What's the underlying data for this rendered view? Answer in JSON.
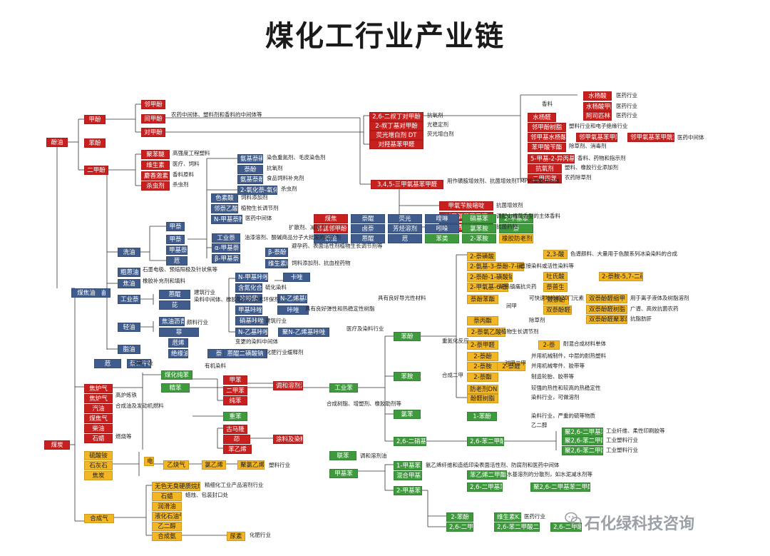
{
  "title": "煤化工行业产业链",
  "watermark": "石化绿科技咨询",
  "colors": {
    "red": "#c8201e",
    "blue": "#3f5c8c",
    "green": "#3f9a3e",
    "yellow": "#f2b523"
  },
  "nodes": [
    {
      "id": "meijiao",
      "t": "煤焦",
      "c": "red"
    },
    {
      "id": "fenyou",
      "t": "酚油",
      "c": "red"
    },
    {
      "id": "jiafen",
      "t": "甲酚",
      "c": "red"
    },
    {
      "id": "benfen",
      "t": "苯酚",
      "c": "red"
    },
    {
      "id": "erjiafen",
      "t": "二甲酚",
      "c": "red"
    },
    {
      "id": "linjiafen",
      "t": "邻甲酚",
      "c": "red"
    },
    {
      "id": "jianjiafen",
      "t": "间甲酚",
      "c": "red"
    },
    {
      "id": "duijiafen",
      "t": "对甲酚",
      "c": "red"
    },
    {
      "id": "juyuantang",
      "t": "聚苯醚",
      "c": "red"
    },
    {
      "id": "weishengsu",
      "t": "维生素",
      "c": "red"
    },
    {
      "id": "jixiang",
      "t": "麝香激素",
      "c": "red"
    },
    {
      "id": "shachongji",
      "t": "杀虫剂",
      "c": "red"
    },
    {
      "id": "dtb",
      "t": "2,6-二叔丁对甲酚",
      "c": "red"
    },
    {
      "id": "dmb",
      "t": "2-叔丁基对甲酚",
      "c": "red"
    },
    {
      "id": "dt",
      "t": "荧光增白剂 DT",
      "c": "red"
    },
    {
      "id": "dujiayangjia",
      "t": "对羟基苯甲醛",
      "c": "red"
    },
    {
      "id": "tmb",
      "t": "3,4,5-三甲氧基苯甲醛",
      "c": "red"
    },
    {
      "id": "jiayangquanh",
      "t": "甲氧苄胺嘧啶",
      "c": "red"
    },
    {
      "id": "duijiayang",
      "t": "对甲氧基苯甲醛",
      "c": "red"
    },
    {
      "id": "xianglan",
      "t": "香兰素",
      "c": "red"
    },
    {
      "id": "shuiyangquan",
      "t": "水杨醛",
      "c": "red"
    },
    {
      "id": "shuiyangsuan",
      "t": "水杨酸",
      "c": "red"
    },
    {
      "id": "shuiyangjiazhi",
      "t": "水杨酸甲酯",
      "c": "red"
    },
    {
      "id": "aspirin",
      "t": "阿司匹林",
      "c": "red"
    },
    {
      "id": "benzhi",
      "t": "苯甲酸苄酯",
      "c": "red"
    },
    {
      "id": "linjiafenshuzhi",
      "t": "邻甲酚树脂",
      "c": "red"
    },
    {
      "id": "linjiajiaoshui",
      "t": "邻甲基水杨酸",
      "c": "red"
    },
    {
      "id": "lmcl",
      "t": "邻甲氧基苯甲酸",
      "c": "red"
    },
    {
      "id": "lmclcl",
      "t": "邻甲氧基苯甲酰氯",
      "c": "red"
    },
    {
      "id": "lmzy",
      "t": "邻氯邻甲酚",
      "c": "red"
    },
    {
      "id": "isopropyl",
      "t": "5-甲基-2-异丙基苯酚",
      "c": "red"
    },
    {
      "id": "kangyang",
      "t": "抗氧剂",
      "c": "red"
    },
    {
      "id": "erjiaxi",
      "t": "二甲四氯",
      "c": "red"
    },
    {
      "id": "naiyou",
      "t": "萘油",
      "c": "blue"
    },
    {
      "id": "ansuan",
      "t": "氨基萘磺酸",
      "c": "blue"
    },
    {
      "id": "naifen",
      "t": "萘酚",
      "c": "blue"
    },
    {
      "id": "anjiyang",
      "t": "氨基萘酚",
      "c": "blue"
    },
    {
      "id": "yanghua",
      "t": "萘醌",
      "c": "blue"
    },
    {
      "id": "lufen",
      "t": "卤萘",
      "c": "blue"
    },
    {
      "id": "lusuan",
      "t": "2-氧化萘-氧化物",
      "c": "blue"
    },
    {
      "id": "sehuiran",
      "t": "色素酸",
      "c": "blue"
    },
    {
      "id": "linnaijia",
      "t": "邻萘乙酸",
      "c": "blue"
    },
    {
      "id": "njb",
      "t": "N-甲基萘胺",
      "c": "blue"
    },
    {
      "id": "xiyou",
      "t": "洗油",
      "c": "blue"
    },
    {
      "id": "naibei",
      "t": "甲萘",
      "c": "blue"
    },
    {
      "id": "jiaxiebi",
      "t": "甲萘",
      "c": "blue"
    },
    {
      "id": "jiajiaben",
      "t": "甲基萘",
      "c": "blue"
    },
    {
      "id": "yanmai",
      "t": "苊",
      "c": "blue"
    },
    {
      "id": "gongye",
      "t": "工业萘",
      "c": "blue"
    },
    {
      "id": "ajn",
      "t": "α-甲基萘",
      "c": "blue"
    },
    {
      "id": "bjn",
      "t": "β-甲基萘",
      "c": "blue"
    },
    {
      "id": "bjnc",
      "t": "β-萘酚",
      "c": "blue"
    },
    {
      "id": "wss",
      "t": "维生素K3",
      "c": "blue"
    },
    {
      "id": "chuzao",
      "t": "蒽醌",
      "c": "blue"
    },
    {
      "id": "yingguang",
      "t": "荧光",
      "c": "blue"
    },
    {
      "id": "yizhiyou",
      "t": "蒽油",
      "c": "blue"
    },
    {
      "id": "huanyou",
      "t": "轻油",
      "c": "blue"
    },
    {
      "id": "kuasiyou",
      "t": "粗蒽油",
      "c": "blue"
    },
    {
      "id": "jiaoyou",
      "t": "焦油",
      "c": "blue"
    },
    {
      "id": "zhiyou",
      "t": "脂油",
      "c": "blue"
    },
    {
      "id": "gongyecha",
      "t": "工业萘",
      "c": "blue"
    },
    {
      "id": "fangxiangjing",
      "t": "芳烃溶剂",
      "c": "blue"
    },
    {
      "id": "shuijing",
      "t": "蒽醌",
      "c": "blue"
    },
    {
      "id": "yisu",
      "t": "芘",
      "c": "blue"
    },
    {
      "id": "bingluyou",
      "t": "苊",
      "c": "blue"
    },
    {
      "id": "kuiquo",
      "t": "喹啉",
      "c": "blue"
    },
    {
      "id": "qifen",
      "t": "吲哚",
      "c": "blue"
    },
    {
      "id": "anxiang",
      "t": "苊烯",
      "c": "blue"
    },
    {
      "id": "jiayouqing",
      "t": "焦油沥青",
      "c": "blue"
    },
    {
      "id": "hzb",
      "t": "菲",
      "c": "blue"
    },
    {
      "id": "hanfuyao",
      "t": "含氮化合物",
      "c": "blue"
    },
    {
      "id": "njjb",
      "t": "N-甲基咔唑",
      "c": "blue"
    },
    {
      "id": "nyib",
      "t": "N-乙基咔唑",
      "c": "blue"
    },
    {
      "id": "nyjb",
      "t": "聚N-乙烯基咔唑",
      "c": "blue"
    },
    {
      "id": "kazuo",
      "t": "咔唑",
      "c": "blue"
    },
    {
      "id": "kz",
      "t": "卡唑",
      "c": "blue"
    },
    {
      "id": "jjb",
      "t": "咔唑紫",
      "c": "blue"
    },
    {
      "id": "jxb",
      "t": "甲基咔唑",
      "c": "blue"
    },
    {
      "id": "yjz",
      "t": "硝基咔唑",
      "c": "blue"
    },
    {
      "id": "ncz",
      "t": "N-乙烯基咔唑",
      "c": "blue"
    },
    {
      "id": "naiyou2",
      "t": "萘",
      "c": "blue"
    },
    {
      "id": "naiyouer",
      "t": "萘二甲酸",
      "c": "blue"
    },
    {
      "id": "qitixian",
      "t": "蒽醌二磺酸钠",
      "c": "blue"
    },
    {
      "id": "lubai",
      "t": "苊",
      "c": "blue"
    },
    {
      "id": "jueyou",
      "t": "绝缘油",
      "c": "blue"
    },
    {
      "id": "meijiaoyou",
      "t": "煤焦油",
      "c": "blue"
    },
    {
      "id": "meiqi",
      "t": "焦炉气",
      "c": "red"
    },
    {
      "id": "benlei",
      "t": "苯类",
      "c": "green"
    },
    {
      "id": "jiaben",
      "t": "甲苯",
      "c": "red"
    },
    {
      "id": "erjiaben",
      "t": "二甲苯",
      "c": "red"
    },
    {
      "id": "chunben",
      "t": "纯苯",
      "c": "red"
    },
    {
      "id": "zhongben",
      "t": "重苯",
      "c": "green"
    },
    {
      "id": "chihe",
      "t": "古马隆",
      "c": "red"
    },
    {
      "id": "qingsan",
      "t": "茚",
      "c": "red"
    },
    {
      "id": "benzhishan",
      "t": "苯乙烯",
      "c": "red"
    },
    {
      "id": "diaokeji",
      "t": "调和溶剂油",
      "c": "red"
    },
    {
      "id": "tuliao",
      "t": "涂料及染料",
      "c": "red"
    },
    {
      "id": "mei",
      "t": "煤炭",
      "c": "red"
    },
    {
      "id": "gongyeben",
      "t": "工业苯",
      "c": "green"
    },
    {
      "id": "lvben",
      "t": "氯苯",
      "c": "green"
    },
    {
      "id": "jiaji",
      "t": "甲基苯",
      "c": "green"
    },
    {
      "id": "zhiben",
      "t": "硝基苯",
      "c": "green"
    },
    {
      "id": "anben",
      "t": "苯胺",
      "c": "green"
    },
    {
      "id": "lvan",
      "t": "氯苯胺",
      "c": "green"
    },
    {
      "id": "benfenjia",
      "t": "苯酚",
      "c": "green"
    },
    {
      "id": "erxiaoji",
      "t": "2,6-二硝基苯",
      "c": "green"
    },
    {
      "id": "erxiaojierer",
      "t": "2,6-苯二甲酸",
      "c": "green"
    },
    {
      "id": "jiajiben2",
      "t": "1-苯胺",
      "c": "green"
    },
    {
      "id": "jiajiben3",
      "t": "1-苯酚",
      "c": "green"
    },
    {
      "id": "zyjb",
      "t": "2-苯胺",
      "c": "green"
    },
    {
      "id": "zljb",
      "t": "2-甲基苯",
      "c": "green"
    },
    {
      "id": "hhb",
      "t": "聚2,6-二甲基苯",
      "c": "green"
    },
    {
      "id": "hhb2",
      "t": "聚2,6-苯二甲酸乙二醇酯",
      "c": "green"
    },
    {
      "id": "hhb3",
      "t": "聚2,6-苯二甲酸丙二醇酯",
      "c": "green"
    },
    {
      "id": "jiabenan",
      "t": "1-甲基苯",
      "c": "green"
    },
    {
      "id": "jiabenan2",
      "t": "混合甲基苯",
      "c": "green"
    },
    {
      "id": "jiabenan3",
      "t": "2-甲基苯",
      "c": "green"
    },
    {
      "id": "tiaohe",
      "t": "苯乙烯二甲酯",
      "c": "green"
    },
    {
      "id": "zhengqi",
      "t": "2,6-二甲基苯",
      "c": "green"
    },
    {
      "id": "jtb",
      "t": "聚2,6-二甲基苯二甲酸乙二醇酯",
      "c": "green"
    },
    {
      "id": "jjbb",
      "t": "2-苯酚",
      "c": "green"
    },
    {
      "id": "wss2",
      "t": "维生素K3",
      "c": "green"
    },
    {
      "id": "ejb",
      "t": "2,6-二甲基苯",
      "c": "green"
    },
    {
      "id": "ejb2",
      "t": "2,6-苯二甲酸二甲酯",
      "c": "green"
    },
    {
      "id": "ejb3",
      "t": "2,6-二甲酸",
      "c": "green"
    },
    {
      "id": "nai",
      "t": "萘",
      "c": "green"
    },
    {
      "id": "lianhuaben",
      "t": "联苯",
      "c": "green"
    },
    {
      "id": "tieyou",
      "t": "煤化纯苯",
      "c": "green"
    },
    {
      "id": "jinghua",
      "t": "精苯",
      "c": "green"
    },
    {
      "id": "yanshuan",
      "t": "硫酸铵",
      "c": "yellow"
    },
    {
      "id": "yanhua",
      "t": "焦炭",
      "c": "yellow"
    },
    {
      "id": "shiyou",
      "t": "石灰石",
      "c": "yellow"
    },
    {
      "id": "rihuan",
      "t": "电石",
      "c": "yellow"
    },
    {
      "id": "yique",
      "t": "乙炔气",
      "c": "yellow"
    },
    {
      "id": "lvyixi",
      "t": "氯乙烯",
      "c": "yellow"
    },
    {
      "id": "juluyixi",
      "t": "聚氯乙烯",
      "c": "yellow"
    },
    {
      "id": "meijiaqi",
      "t": "煤焦气",
      "c": "red"
    },
    {
      "id": "yanqi",
      "t": "焦炉气",
      "c": "red"
    },
    {
      "id": "qiyou",
      "t": "汽油",
      "c": "red"
    },
    {
      "id": "chaiyou",
      "t": "柴油",
      "c": "red"
    },
    {
      "id": "shilayou",
      "t": "石蜡",
      "c": "red"
    },
    {
      "id": "hechengqi",
      "t": "合成气",
      "c": "yellow"
    },
    {
      "id": "wushui",
      "t": "无色无臭硬质烷烃",
      "c": "yellow"
    },
    {
      "id": "shila",
      "t": "石蜡",
      "c": "yellow"
    },
    {
      "id": "runhuayou",
      "t": "润滑油",
      "c": "yellow"
    },
    {
      "id": "yehua",
      "t": "液化石油气",
      "c": "yellow"
    },
    {
      "id": "yiershun",
      "t": "乙二醇",
      "c": "yellow"
    },
    {
      "id": "hechengan",
      "t": "合成氨",
      "c": "yellow"
    },
    {
      "id": "niaosu",
      "t": "尿素",
      "c": "yellow"
    },
    {
      "id": "nsl",
      "t": "2-萘磺酸",
      "c": "yellow"
    },
    {
      "id": "nsl2",
      "t": "2,3-酸",
      "c": "yellow"
    },
    {
      "id": "nsl3",
      "t": "2-氨基-3-萘酚-7-磺酸",
      "c": "yellow"
    },
    {
      "id": "nsl4",
      "t": "2-萘酚-1-磺酸钠",
      "c": "yellow"
    },
    {
      "id": "nsl5",
      "t": "吐氏酸",
      "c": "yellow"
    },
    {
      "id": "nsl6",
      "t": "2-萘胺-5,7-二磺酸",
      "c": "yellow"
    },
    {
      "id": "nsl7",
      "t": "2-甲氧基-6-萘乙酸",
      "c": "yellow"
    },
    {
      "id": "nsl8",
      "t": "萘普生",
      "c": "yellow"
    },
    {
      "id": "nsl9",
      "t": "萘酚苯酯",
      "c": "yellow"
    },
    {
      "id": "nsl10",
      "t": "双萘酚",
      "c": "yellow"
    },
    {
      "id": "nsl11",
      "t": "双萘酚醛缩甲",
      "c": "yellow"
    },
    {
      "id": "nsl12",
      "t": "双萘酚醛树脂",
      "c": "yellow"
    },
    {
      "id": "nsl13",
      "t": "双萘酚醛聚苯醚",
      "c": "yellow"
    },
    {
      "id": "nsl14",
      "t": "双萘酚醛聚苯丙烯",
      "c": "yellow"
    },
    {
      "id": "nsl15",
      "t": "萘丙酯",
      "c": "yellow"
    },
    {
      "id": "nsl16",
      "t": "2-萘氧乙酸",
      "c": "yellow"
    },
    {
      "id": "nsl17",
      "t": "2-萘甲醛",
      "c": "yellow"
    },
    {
      "id": "nsl18",
      "t": "2-萘",
      "c": "yellow"
    },
    {
      "id": "nsl19",
      "t": "2-萘酚",
      "c": "yellow"
    },
    {
      "id": "nsl20",
      "t": "2-萘胺",
      "c": "yellow"
    },
    {
      "id": "nsl21",
      "t": "2-萘醛",
      "c": "yellow"
    },
    {
      "id": "nsl22",
      "t": "2-萘酯",
      "c": "yellow"
    },
    {
      "id": "nsl23",
      "t": "防老剂DNP",
      "c": "yellow"
    },
    {
      "id": "nsl24",
      "t": "酚醛树脂",
      "c": "yellow"
    },
    {
      "id": "nsl25",
      "t": "橡胶防老剂",
      "c": "yellow"
    }
  ],
  "labels": [
    {
      "id": "l1",
      "t": "农药中间体、塑料剂和香料的中间体等"
    },
    {
      "id": "l2",
      "t": "高强度工程塑料"
    },
    {
      "id": "l3",
      "t": "医疗、饲料"
    },
    {
      "id": "l4",
      "t": "香料原料"
    },
    {
      "id": "l5",
      "t": "杀虫剂"
    },
    {
      "id": "l6",
      "t": "抗氧剂"
    },
    {
      "id": "l7",
      "t": "光稳定剂"
    },
    {
      "id": "l8",
      "t": "荧光增白剂"
    },
    {
      "id": "l9",
      "t": "用作磺胺增效剂、抗菌增效剂TMP的重要中间体"
    },
    {
      "id": "l10",
      "t": "抗菌增效剂"
    },
    {
      "id": "l11",
      "t": "调配山楂花香型的主体香料"
    },
    {
      "id": "l12",
      "t": "抗菌药物"
    },
    {
      "id": "l13",
      "t": "医药行业"
    },
    {
      "id": "l14",
      "t": "医药行业"
    },
    {
      "id": "l15",
      "t": "医药行业"
    },
    {
      "id": "l16",
      "t": "塑料行业和电子绝缘行业"
    },
    {
      "id": "l17",
      "t": "医药中间体"
    },
    {
      "id": "l18",
      "t": "除草剂、消毒剂"
    },
    {
      "id": "l19",
      "t": "香料、药物和指示剂"
    },
    {
      "id": "l20",
      "t": "塑料、橡胶行业添加剂"
    },
    {
      "id": "l21",
      "t": "农药除草剂"
    },
    {
      "id": "l22",
      "t": "染色重氮剂、毛皮染色剂"
    },
    {
      "id": "l23",
      "t": "抗氧剂"
    },
    {
      "id": "l24",
      "t": "食品饲料补充剂"
    },
    {
      "id": "l25",
      "t": "杀虫剂"
    },
    {
      "id": "l26",
      "t": "饲料添加剂"
    },
    {
      "id": "l27",
      "t": "植物生长调节剂"
    },
    {
      "id": "l28",
      "t": "医药中间体"
    },
    {
      "id": "l29",
      "t": "扩散剂、减水剂"
    },
    {
      "id": "l30",
      "t": "油漆溶剂、酸碱商品分子大批发的指示剂"
    },
    {
      "id": "l31",
      "t": "避孕药、表面活性剂植物生长调节剂等"
    },
    {
      "id": "l32",
      "t": "饲料添加剂、抗血栓药物"
    },
    {
      "id": "l33",
      "t": "石墨电极、预焙阳极及针状焦等"
    },
    {
      "id": "l34",
      "t": "橡胶补充剂和填料"
    },
    {
      "id": "l35",
      "t": "建筑行业"
    },
    {
      "id": "l36",
      "t": "染料中间体、橡胶助剂及技术环保剂"
    },
    {
      "id": "l37",
      "t": "颜料行业"
    },
    {
      "id": "l38",
      "t": "硫化染料"
    },
    {
      "id": "l39",
      "t": "具有良好导光性材料"
    },
    {
      "id": "l40",
      "t": "具有良好弹性和热稳定性树脂"
    },
    {
      "id": "l41",
      "t": "建筑行业"
    },
    {
      "id": "l42",
      "t": "医疗及染料行业"
    },
    {
      "id": "l43",
      "t": "变更的染料中间体"
    },
    {
      "id": "l44",
      "t": "化肥行业缓释剂"
    },
    {
      "id": "l45",
      "t": "有机染料"
    },
    {
      "id": "l46",
      "t": "化肥行业"
    },
    {
      "id": "l47",
      "t": "高炉炼铁"
    },
    {
      "id": "l48",
      "t": "合成油及发动机燃料"
    },
    {
      "id": "l49",
      "t": "燃烧等"
    },
    {
      "id": "l50",
      "t": "塑料行业"
    },
    {
      "id": "l51",
      "t": "精细化工业产品溶剂行业"
    },
    {
      "id": "l52",
      "t": "蜡烛、包装封口处"
    },
    {
      "id": "l53",
      "t": "化肥行业"
    },
    {
      "id": "l54",
      "t": "合成树脂、增塑剂、橡胶助剂等"
    },
    {
      "id": "l55",
      "t": "色谱颜料、大量用于色酸系列冰染染料的合成"
    },
    {
      "id": "l56",
      "t": "直接染料或活性染料等"
    },
    {
      "id": "l57",
      "t": "解热镇痛抗炎药"
    },
    {
      "id": "l58",
      "t": "可快速地检验20门元素"
    },
    {
      "id": "l59",
      "t": "用于离子液体及树脂溶剂"
    },
    {
      "id": "l60",
      "t": "广谱、高效抗菌农药"
    },
    {
      "id": "l61",
      "t": "抗脂肪肝"
    },
    {
      "id": "l62",
      "t": "除草剂"
    },
    {
      "id": "l63",
      "t": "植物生长调节剂"
    },
    {
      "id": "l64",
      "t": "耐混合成材料单体"
    },
    {
      "id": "l65",
      "t": "并用机械制件，中层的耐热塑料"
    },
    {
      "id": "l66",
      "t": "并用机械零件、胶带等"
    },
    {
      "id": "l67",
      "t": "制造轮胎、胶带等"
    },
    {
      "id": "l68",
      "t": "较强的热性和较高的热稳定性"
    },
    {
      "id": "l69",
      "t": "染料行业，可做溶剂"
    },
    {
      "id": "l70",
      "t": "染料行业，严重的硫等物质"
    },
    {
      "id": "l71",
      "t": "工业纤维、柔性印刷胶等"
    },
    {
      "id": "l72",
      "t": "工业塑料行业"
    },
    {
      "id": "l73",
      "t": "工业塑料行业"
    },
    {
      "id": "l74",
      "t": "调和溶剂油"
    },
    {
      "id": "l75",
      "t": "氨乙烯纤维和造纸印染表面活性剂、防腐剂和医药中间体"
    },
    {
      "id": "l76",
      "t": "水基溶剂的分散剂，如水泥减水剂等"
    },
    {
      "id": "l77",
      "t": "医药行业"
    },
    {
      "id": "l78",
      "t": "香料"
    },
    {
      "id": "l79",
      "t": "乙二醇"
    },
    {
      "id": "l80",
      "t": "间甲"
    },
    {
      "id": "l81",
      "t": "对甲二甲"
    },
    {
      "id": "l82",
      "t": "合成二甲"
    },
    {
      "id": "l83",
      "t": "重氮化反应"
    }
  ]
}
